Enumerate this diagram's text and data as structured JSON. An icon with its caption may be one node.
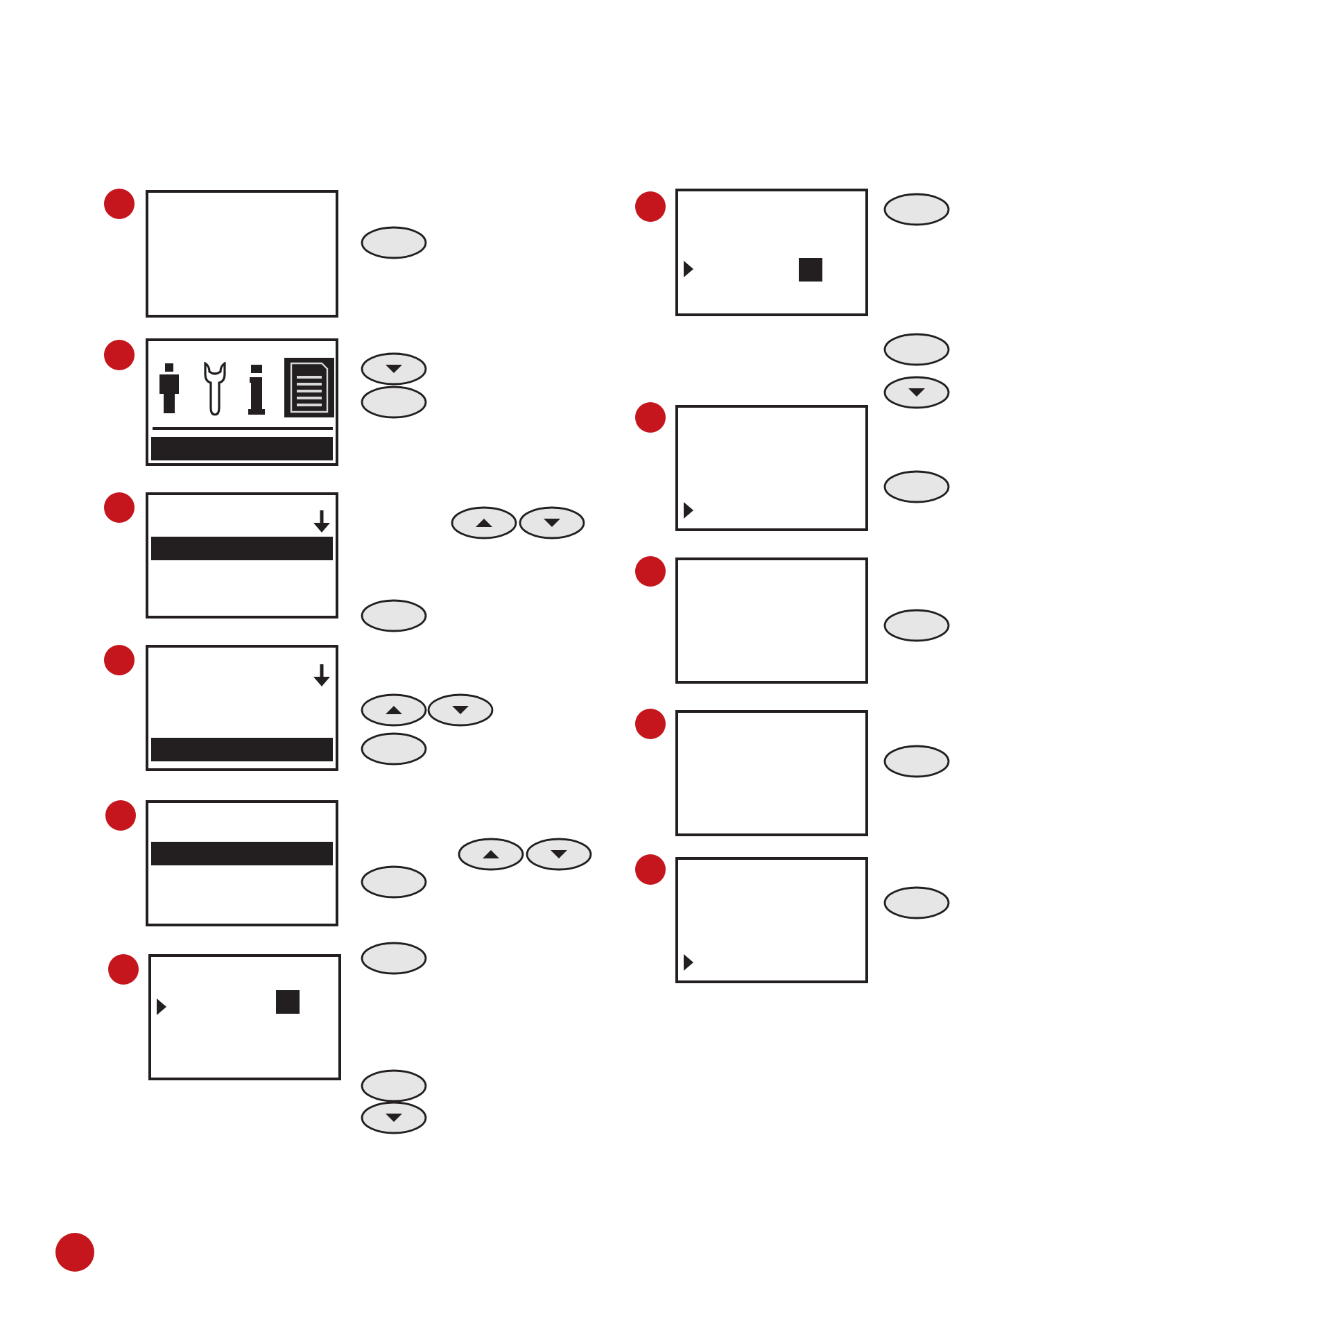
{
  "diagram": {
    "nodes": [
      {
        "text": [],
        "shape": "box"
      },
      {
        "text": [],
        "shape": "box"
      },
      {
        "text": [],
        "shape": "box"
      },
      {
        "text": [],
        "shape": "box"
      },
      {
        "text": [],
        "shape": "box"
      },
      {
        "text": [],
        "shape": "box"
      },
      {
        "text": [],
        "shape": "box"
      },
      {
        "text": [],
        "shape": "box"
      },
      {
        "text": [],
        "shape": "box"
      },
      {
        "text": [],
        "shape": "box"
      },
      {
        "text": [],
        "shape": "box"
      }
    ]
  }
}
